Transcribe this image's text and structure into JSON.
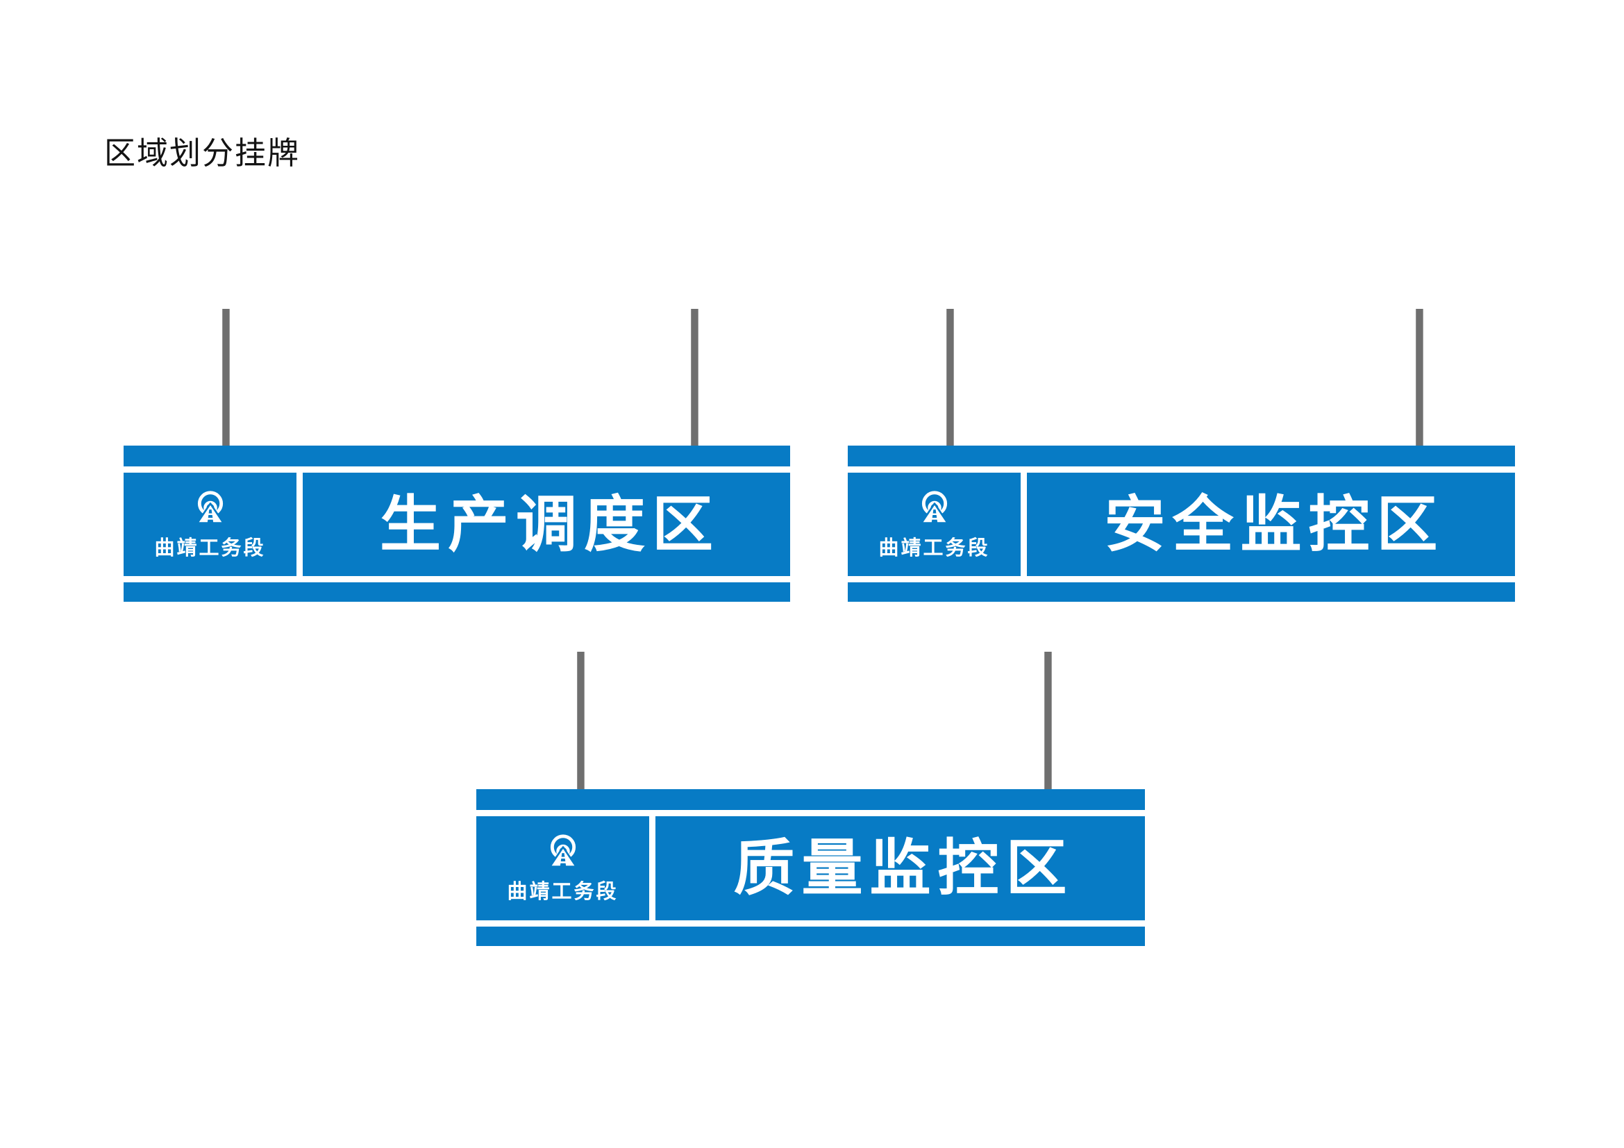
{
  "page": {
    "title": "区域划分挂牌"
  },
  "colors": {
    "sign_blue": "#077bc5",
    "sign_text_white": "#ffffff",
    "rod_gray": "#6f6f6f",
    "title_black": "#131313"
  },
  "organization": {
    "name": "曲靖工务段",
    "logo": "railway-tunnel-mountain-icon"
  },
  "signs": [
    {
      "id": "production-dispatch-area",
      "label": "生产调度区",
      "org": "曲靖工务段"
    },
    {
      "id": "safety-monitoring-area",
      "label": "安全监控区",
      "org": "曲靖工务段"
    },
    {
      "id": "quality-monitoring-area",
      "label": "质量监控区",
      "org": "曲靖工务段"
    }
  ]
}
